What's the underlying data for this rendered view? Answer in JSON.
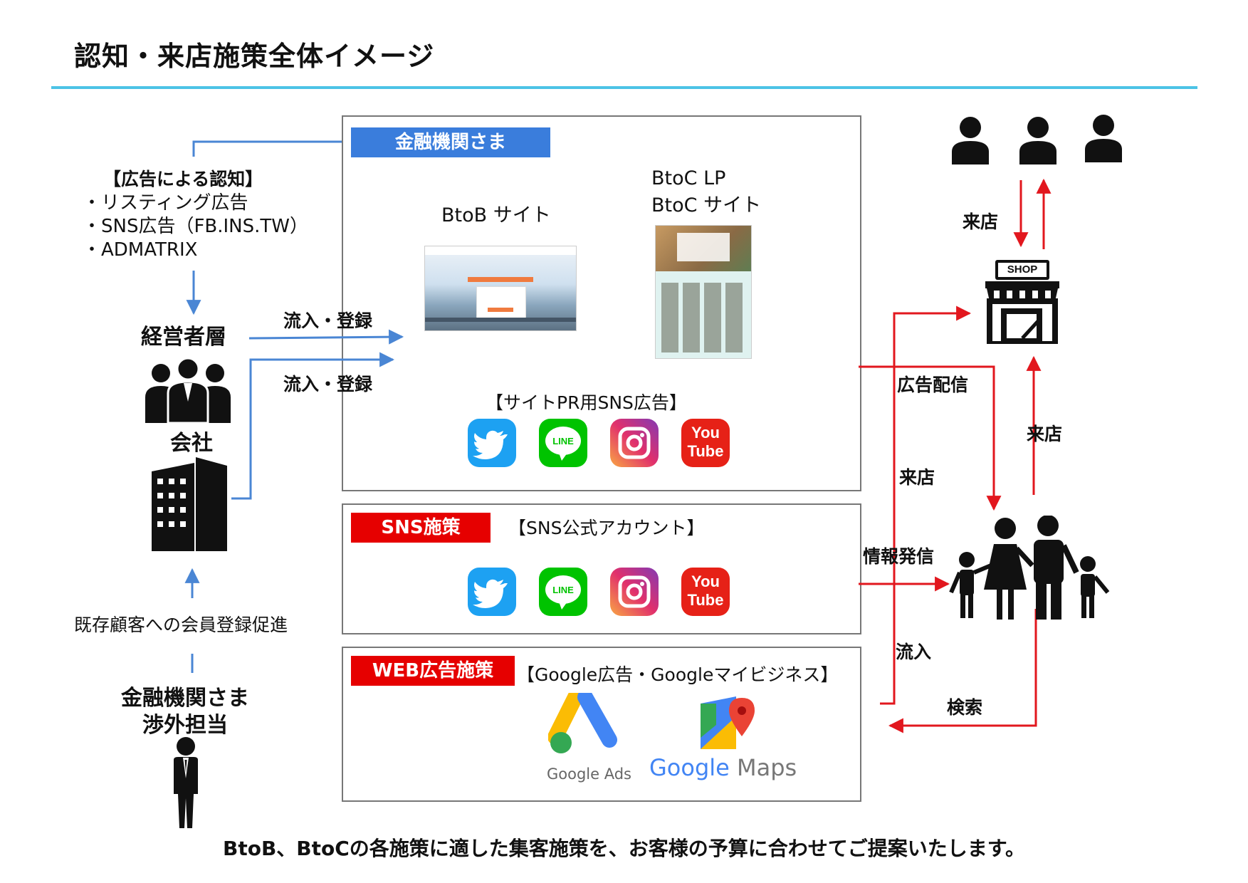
{
  "title": "認知・来店施策全体イメージ",
  "colors": {
    "accent": "#4cc3e6",
    "flow_blue": "#4a86d4",
    "flow_red": "#e2171e",
    "tag_blue": "#3a7ddc",
    "tag_red": "#e60000"
  },
  "left": {
    "ad_heading": "【広告による認知】",
    "ad_items": [
      "・リスティング広告",
      "・SNS広告（FB.INS.TW）",
      "・ADMATRIX"
    ],
    "executives": "経営者層",
    "company": "会社",
    "promo": "既存顧客への会員登録促進",
    "staff_line1": "金融機関さま",
    "staff_line2": "渉外担当",
    "inflow_1": "流入・登録",
    "inflow_2": "流入・登録"
  },
  "box_finance": {
    "tag": "金融機関さま",
    "btob": "BtoB サイト",
    "btoc_line1": "BtoC LP",
    "btoc_line2": "BtoC サイト",
    "sns_pr": "【サイトPR用SNS広告】",
    "icons": [
      "twitter-icon",
      "line-icon",
      "instagram-icon",
      "youtube-icon"
    ]
  },
  "box_sns": {
    "tag": "SNS施策",
    "subtitle": "【SNS公式アカウント】",
    "icons": [
      "twitter-icon",
      "line-icon",
      "instagram-icon",
      "youtube-icon"
    ]
  },
  "box_web": {
    "tag": "WEB広告施策",
    "subtitle": "【Google広告・Googleマイビジネス】",
    "google_ads": "Google Ads",
    "google_maps_g": "Google",
    "google_maps_m": "Maps"
  },
  "icon_text": {
    "line": "LINE",
    "you": "You",
    "tube": "Tube",
    "shop": "SHOP"
  },
  "right": {
    "visit_top": "来店",
    "ad_delivery": "広告配信",
    "visit_mid": "来店",
    "visit_left": "来店",
    "info": "情報発信",
    "inflow": "流入",
    "search": "検索"
  },
  "footer": "BtoB、BtoCの各施策に適した集客施策を、お客様の予算に合わせてご提案いたします。"
}
